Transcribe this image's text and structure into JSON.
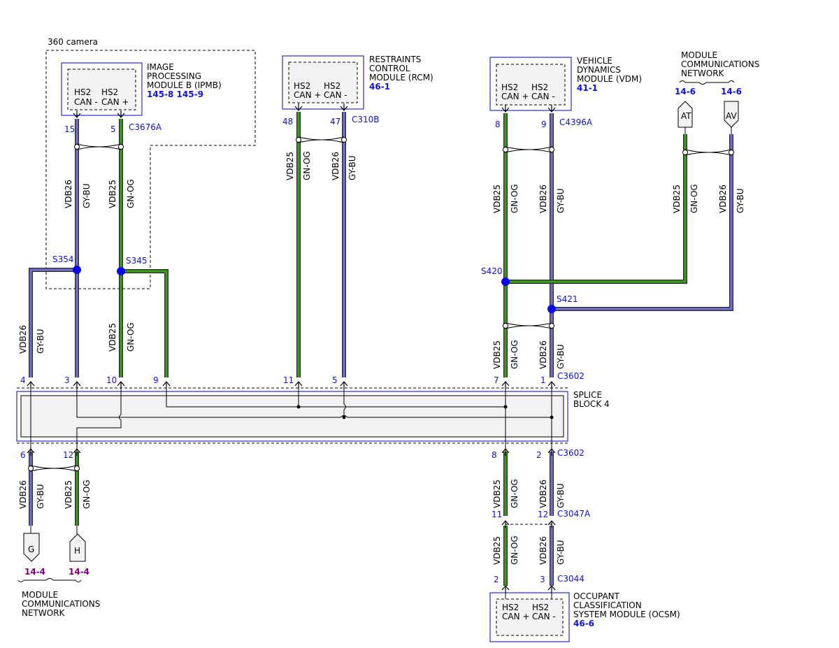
{
  "labels": {
    "camera_group": "360 camera",
    "ipmb": [
      "IMAGE",
      "PROCESSING",
      "MODULE B (IPMB)"
    ],
    "ipmb_ref": "145-8 145-9",
    "rcm": [
      "RESTRAINTS",
      "CONTROL",
      "MODULE (RCM)"
    ],
    "rcm_ref": "46-1",
    "vdm": [
      "VEHICLE",
      "DYNAMICS",
      "MODULE (VDM)"
    ],
    "vdm_ref": "41-1",
    "mcn_top": [
      "MODULE",
      "COMMUNICATIONS",
      "NETWORK"
    ],
    "mcn_bottom": [
      "MODULE",
      "COMMUNICATIONS",
      "NETWORK"
    ],
    "splice_block": [
      "SPLICE",
      "BLOCK 4"
    ],
    "ocsm": [
      "OCCUPANT",
      "CLASSIFICATION",
      "SYSTEM MODULE (OCSM)"
    ],
    "ocsm_ref": "46-6"
  },
  "pins": {
    "ipmb": [
      {
        "l1": "HS2",
        "l2": "CAN -"
      },
      {
        "l1": "HS2",
        "l2": "CAN +"
      }
    ],
    "rcm": [
      {
        "l1": "HS2",
        "l2": "CAN +"
      },
      {
        "l1": "HS2",
        "l2": "CAN -"
      }
    ],
    "vdm": [
      {
        "l1": "HS2",
        "l2": "CAN +"
      },
      {
        "l1": "HS2",
        "l2": "CAN -"
      }
    ],
    "ocsm": [
      {
        "l1": "HS2",
        "l2": "CAN +"
      },
      {
        "l1": "HS2",
        "l2": "CAN -"
      }
    ]
  },
  "connectors": {
    "c3676a": "C3676A",
    "c310b": "C310B",
    "c4396a": "C4396A",
    "c3602_top": "C3602",
    "c3602_bottom": "C3602",
    "c3047a": "C3047A",
    "c3044": "C3044"
  },
  "pin_numbers": {
    "ipmb_15": "15",
    "ipmb_5": "5",
    "rcm_48": "48",
    "rcm_47": "47",
    "vdm_8": "8",
    "vdm_9": "9",
    "sb_4": "4",
    "sb_3": "3",
    "sb_10": "10",
    "sb_9": "9",
    "sb_11": "11",
    "sb_5": "5",
    "sb_7": "7",
    "sb_1": "1",
    "sb_6": "6",
    "sb_12": "12",
    "sb_8": "8",
    "sb_2": "2",
    "c3047a_11": "11",
    "c3047a_12": "12",
    "c3044_2": "2",
    "c3044_3": "3"
  },
  "splices": {
    "s354": "S354",
    "s345": "S345",
    "s420": "S420",
    "s421": "S421"
  },
  "wire_labels": {
    "ipmb_a1": "VDB26",
    "ipmb_a2": "GY-BU",
    "ipmb_b1": "VDB25",
    "ipmb_b2": "GN-OG",
    "rcm_a1": "VDB25",
    "rcm_a2": "GN-OG",
    "rcm_b1": "VDB26",
    "rcm_b2": "GY-BU",
    "vdm_a1": "VDB25",
    "vdm_a2": "GN-OG",
    "vdm_b1": "VDB26",
    "vdm_b2": "GY-BU",
    "mcn_a1": "VDB25",
    "mcn_a2": "GN-OG",
    "mcn_b1": "VDB26",
    "mcn_b2": "GY-BU",
    "left4_1": "VDB26",
    "left4_2": "GY-BU",
    "left10_1": "VDB25",
    "left10_2": "GN-OG",
    "r7_1": "VDB25",
    "r7_2": "GN-OG",
    "r1_1": "VDB26",
    "r1_2": "GY-BU",
    "b6_1": "VDB26",
    "b6_2": "GY-BU",
    "b12_1": "VDB25",
    "b12_2": "GN-OG",
    "b8_1": "VDB25",
    "b8_2": "GN-OG",
    "b2_1": "VDB26",
    "b2_2": "GY-BU",
    "o1_1": "VDB25",
    "o1_2": "GN-OG",
    "o2_1": "VDB26",
    "o2_2": "GY-BU"
  },
  "flags": {
    "at": "AT",
    "av": "AV",
    "at_ref": "14-6",
    "av_ref": "14-6",
    "g": "G",
    "h": "H",
    "g_ref": "14-4",
    "h_ref": "14-4"
  },
  "colors": {
    "green": "#3a9a1a",
    "blue": "#6f6fc8",
    "link": "#1010e0",
    "purple": "#800080",
    "splice_dot": "#0a0ae6"
  }
}
